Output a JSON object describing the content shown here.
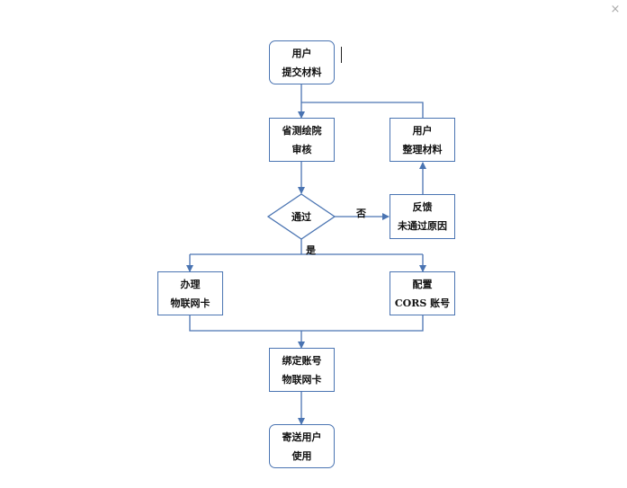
{
  "window": {
    "close_glyph": "×"
  },
  "nodes": {
    "user_submit": {
      "line1": "用户",
      "line2": "提交材料"
    },
    "review": {
      "line1": "省测绘院",
      "line2": "审核"
    },
    "user_organize": {
      "line1": "用户",
      "line2": "整理材料"
    },
    "feedback": {
      "line1": "反馈",
      "line2": "未通过原因"
    },
    "pass": {
      "label": "通过"
    },
    "handle_iot": {
      "line1": "办理",
      "line2": "物联网卡"
    },
    "config_cors": {
      "line1": "配置",
      "line2": "CORS 账号"
    },
    "bind": {
      "line1": "绑定账号",
      "line2": "物联网卡"
    },
    "mail": {
      "line1": "寄送用户",
      "line2": "使用"
    }
  },
  "edge_labels": {
    "no": "否",
    "yes": "是"
  },
  "colors": {
    "stroke": "#4a74b2",
    "text": "#111111"
  }
}
